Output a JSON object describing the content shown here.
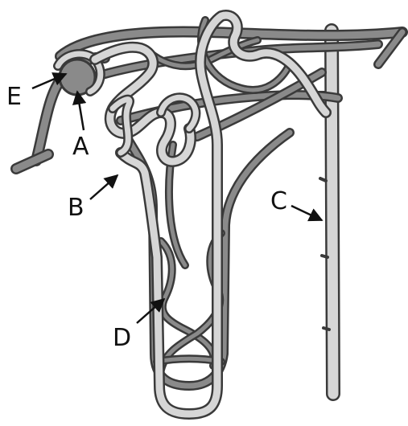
{
  "labels": {
    "A": "A",
    "B": "B",
    "C": "C",
    "D": "D",
    "E": "E"
  },
  "colors": {
    "blood_vessel_fill": "#8a8a8a",
    "tubule_fill": "#d6d6d6",
    "outline": "#3a3a3a"
  }
}
